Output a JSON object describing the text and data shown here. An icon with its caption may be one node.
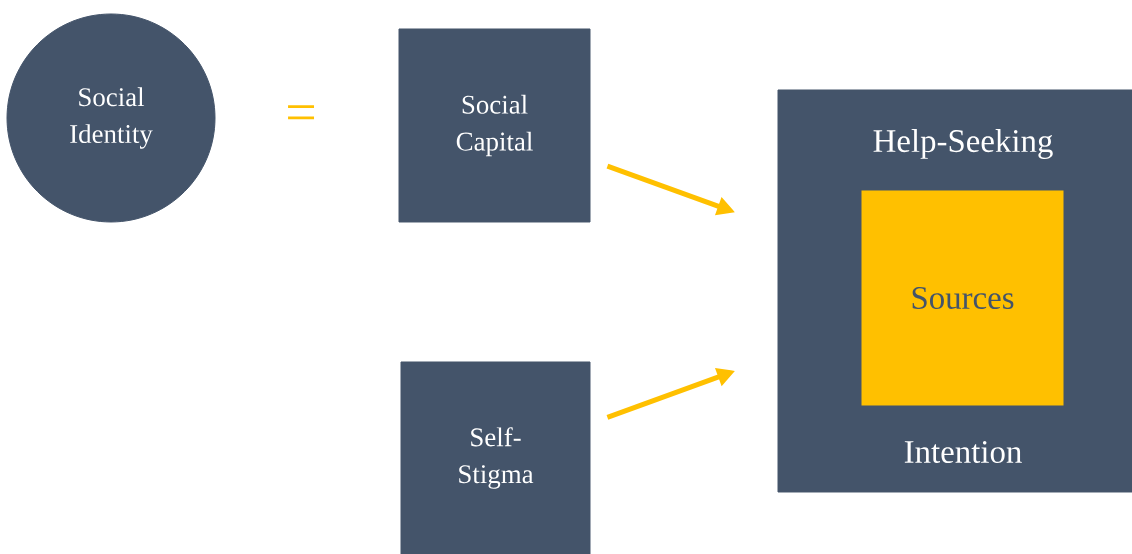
{
  "diagram": {
    "nodes": [
      {
        "text": [
          "Social Identity"
        ]
      },
      {
        "text": [
          "Social Capital"
        ]
      },
      {
        "text": [
          "Self-Stigma"
        ]
      },
      {
        "text": [
          "Help-Seeking",
          "Intention"
        ]
      },
      {
        "text": [
          "Sources"
        ],
        "in": 3
      }
    ],
    "edges": [
      {
        "from": 1,
        "to": 3,
        "arrow": "to"
      },
      {
        "from": 2,
        "to": 3,
        "arrow": "to"
      }
    ],
    "labels": [
      "="
    ]
  }
}
